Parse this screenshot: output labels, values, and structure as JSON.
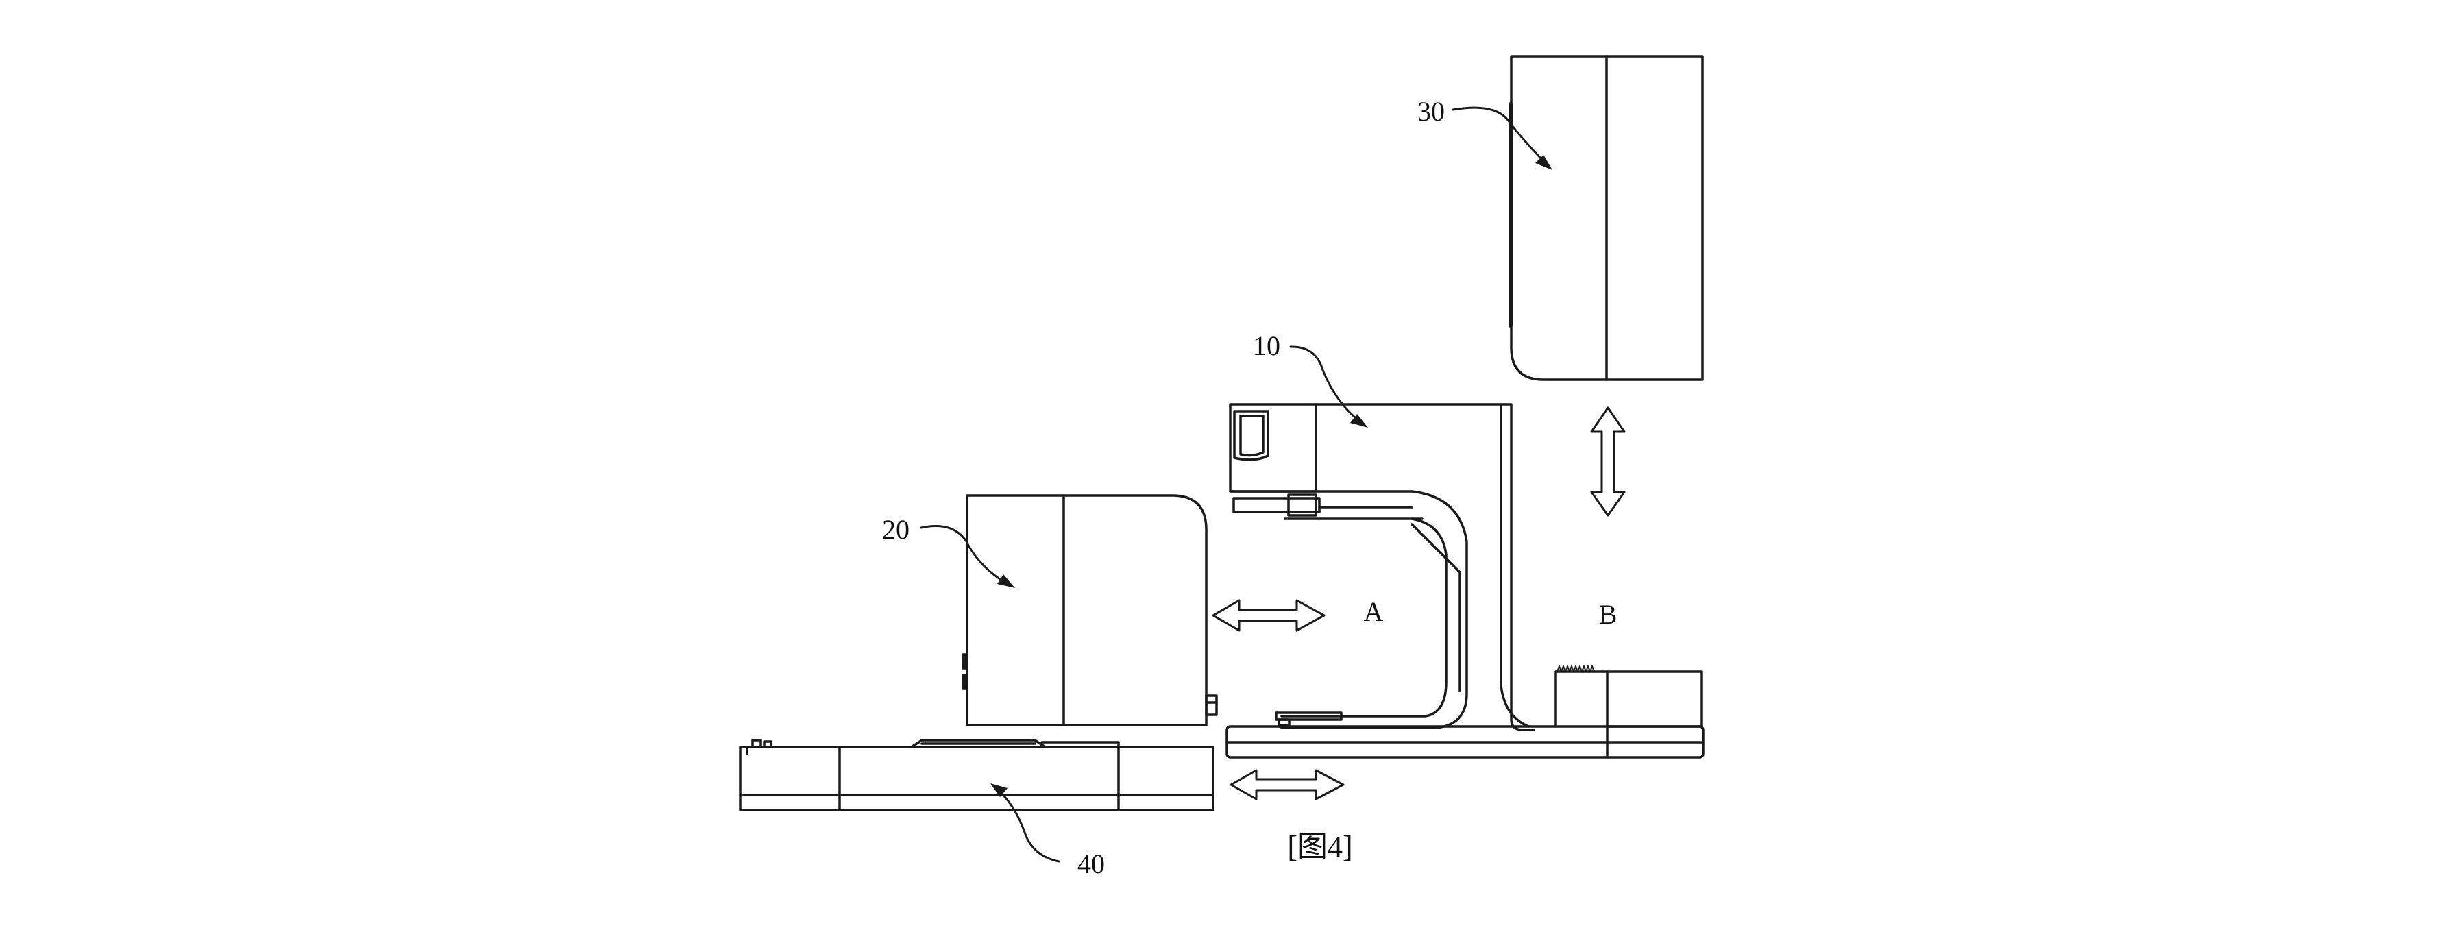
{
  "figure": {
    "caption": "[图4]",
    "ink_color": "#1a1a1a",
    "background_color": "#ffffff"
  },
  "parts": {
    "p10": "10",
    "p20": "20",
    "p30": "30",
    "p40": "40"
  },
  "zones": {
    "a": "A",
    "b": "B"
  },
  "motion_arrows": [
    {
      "name": "arrow-20-horizontal",
      "direction": "horizontal"
    },
    {
      "name": "arrow-30-vertical",
      "direction": "vertical"
    },
    {
      "name": "arrow-40-horizontal",
      "direction": "horizontal"
    }
  ]
}
